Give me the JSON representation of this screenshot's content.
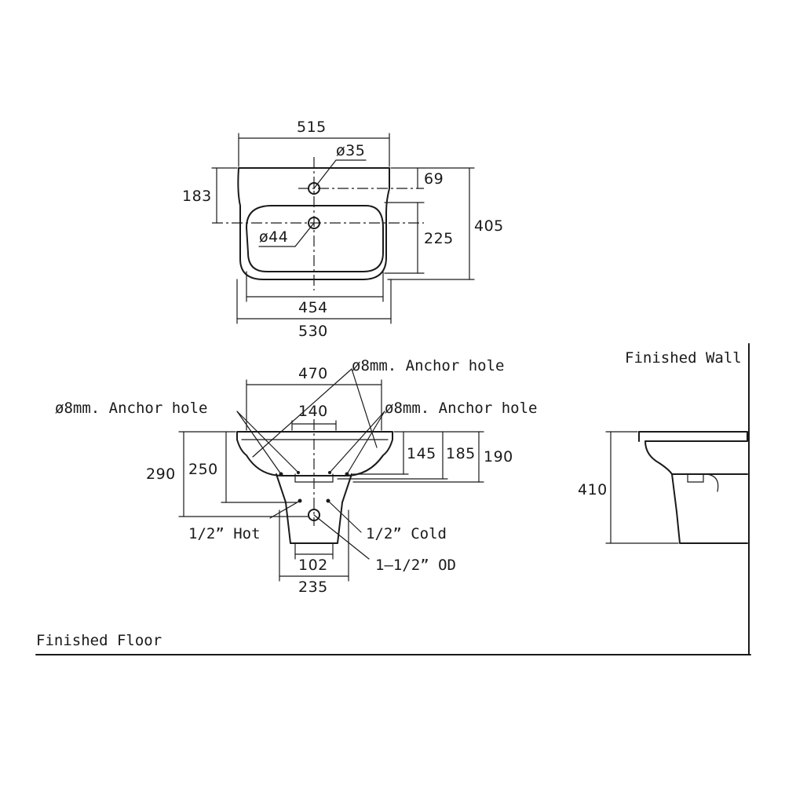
{
  "top_view": {
    "dim_width_top": "515",
    "dim_tap_hole": "ø35",
    "dim_tap_offset": "69",
    "dim_depth_left": "183",
    "dim_drain": "ø44",
    "dim_bowl_depth": "225",
    "dim_total_depth": "405",
    "dim_bowl_width": "454",
    "dim_overall_width": "530"
  },
  "front_view": {
    "anchor_top": "ø8mm. Anchor hole",
    "anchor_left": "ø8mm. Anchor hole",
    "anchor_right": "ø8mm. Anchor hole",
    "dim_anchor_span": "470",
    "dim_inner_span": "140",
    "dim_290": "290",
    "dim_250": "250",
    "dim_145": "145",
    "dim_185": "185",
    "dim_190": "190",
    "hot": "1/2” Hot",
    "cold": "1/2” Cold",
    "outlet": "1–1/2” OD",
    "dim_102": "102",
    "dim_235": "235",
    "floor": "Finished Floor"
  },
  "side_view": {
    "wall": "Finished Wall",
    "dim_410": "410"
  }
}
